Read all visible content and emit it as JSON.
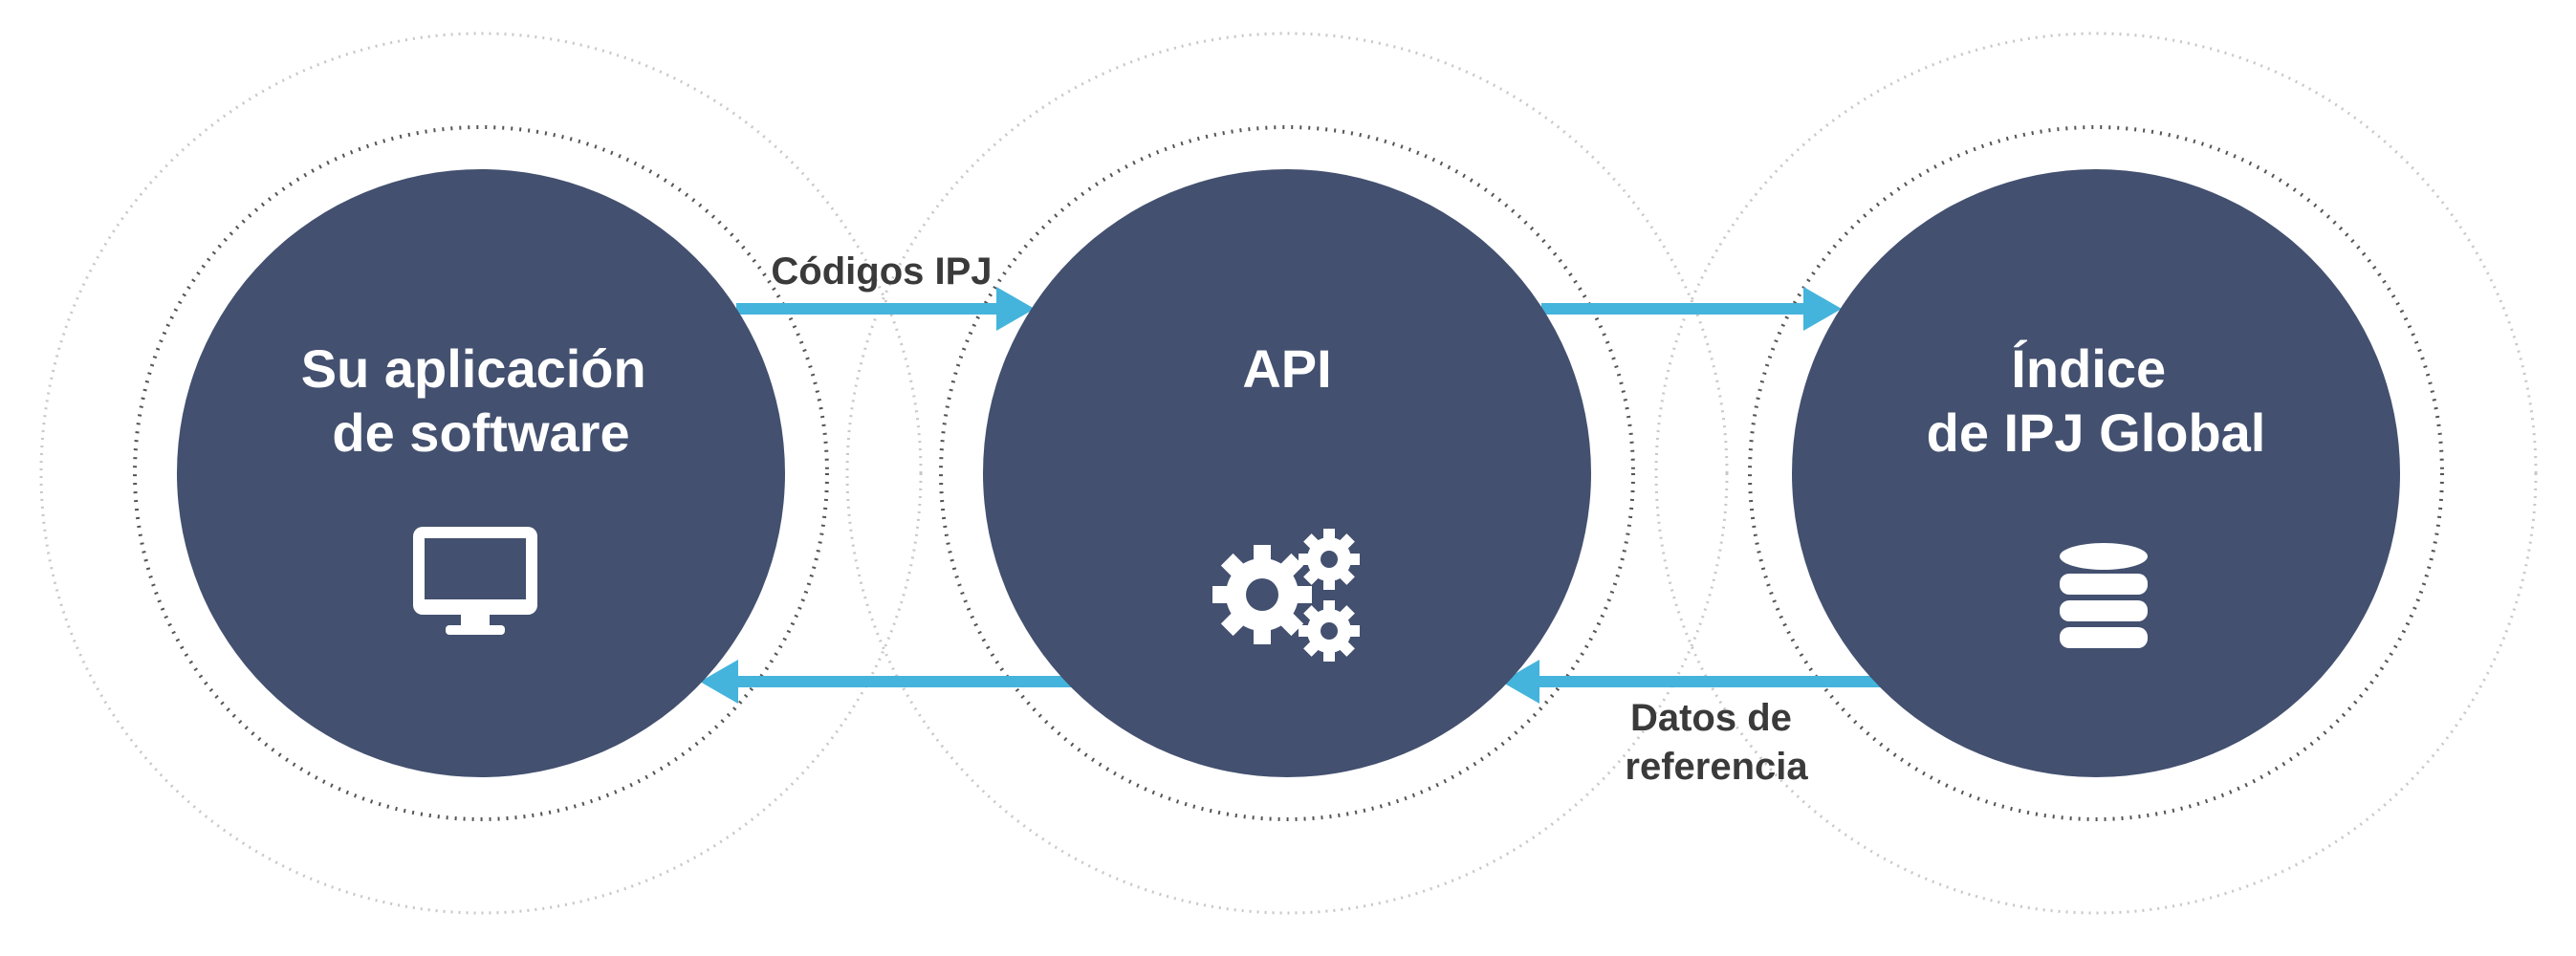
{
  "colors": {
    "node_fill": "#43506f",
    "arrow": "#44b4dc",
    "ring_outer": "#c8c8c8",
    "ring_inner": "#555555",
    "edge_label": "#3a3a3a",
    "node_label": "#ffffff"
  },
  "nodes": [
    {
      "id": "software",
      "label_lines": [
        "Su aplicación",
        "de software"
      ],
      "icon": "monitor-icon"
    },
    {
      "id": "api",
      "label_lines": [
        "API"
      ],
      "icon": "gears-icon"
    },
    {
      "id": "index",
      "label_lines": [
        "Índice",
        "de IPJ Global"
      ],
      "icon": "database-icon"
    }
  ],
  "edges": [
    {
      "from": "software",
      "to": "api",
      "label_lines": [
        "Códigos IPJ"
      ]
    },
    {
      "from": "api",
      "to": "index",
      "label_lines": []
    },
    {
      "from": "index",
      "to": "api",
      "label_lines": [
        "Datos de",
        "referencia"
      ]
    },
    {
      "from": "api",
      "to": "software",
      "label_lines": []
    }
  ]
}
